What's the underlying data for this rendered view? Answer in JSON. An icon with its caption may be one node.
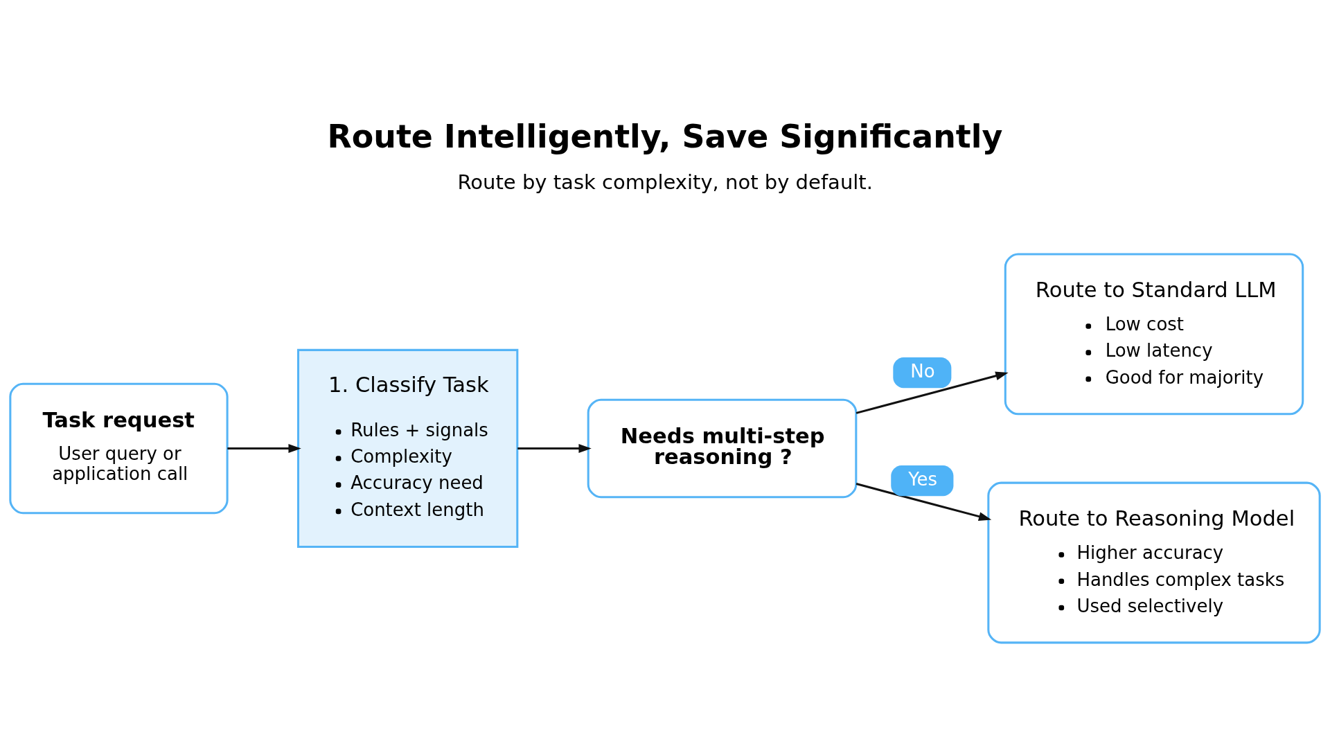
{
  "diagram": {
    "title": "Route Intelligently, Save Significantly",
    "caption": "Route by task complexity, not by default.",
    "nodes": [
      {
        "text": [
          "Task request",
          "User query or application call"
        ]
      },
      {
        "text": [
          "1. Classify Task",
          "Rules + signals",
          "Complexity",
          "Accuracy need",
          "Context length"
        ]
      },
      {
        "text": [
          "Needs multi-step reasoning ?"
        ]
      },
      {
        "text": [
          "Route to Standard LLM",
          "Low cost",
          "Low latency",
          "Good for majority"
        ]
      },
      {
        "text": [
          "Route to Reasoning Model",
          "Higher accuracy",
          "Handles complex tasks",
          "Used selectively"
        ]
      }
    ],
    "edges": [
      {
        "from": 0,
        "to": 1,
        "arrow": "to"
      },
      {
        "from": 1,
        "to": 2,
        "arrow": "to"
      },
      {
        "from": 2,
        "to": 3,
        "arrow": "to",
        "label": "No"
      },
      {
        "from": 2,
        "to": 4,
        "arrow": "to",
        "label": "Yes"
      }
    ]
  }
}
